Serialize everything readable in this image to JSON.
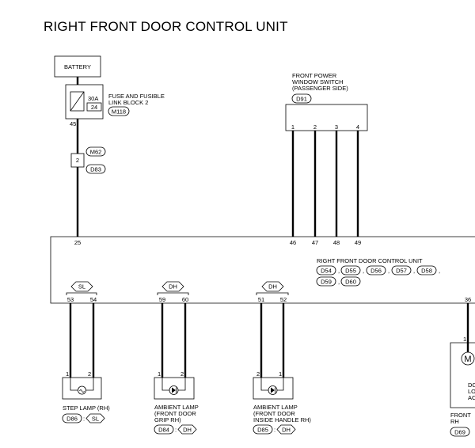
{
  "title": "RIGHT FRONT DOOR CONTROL UNIT",
  "battery": {
    "label": "BATTERY"
  },
  "fuse_block": {
    "line1": "FUSE AND FUSIBLE",
    "line2": "LINK BLOCK 2",
    "rating": "30A",
    "fuse_no": "24",
    "connector": "M118",
    "pin": "45"
  },
  "joint": {
    "pin": "2",
    "connector_top": "M62",
    "connector_bottom": "D83"
  },
  "window_switch": {
    "line1": "FRONT POWER",
    "line2": "WINDOW SWITCH",
    "line3": "(PASSENGER SIDE)",
    "connector": "D91",
    "pins": [
      "1",
      "2",
      "3",
      "4"
    ]
  },
  "control_unit": {
    "label": "RIGHT FRONT DOOR CONTROL UNIT",
    "connectors_row1": [
      "D54",
      "D55",
      "D56",
      "D57",
      "D58"
    ],
    "connectors_row2": [
      "D59",
      "D60"
    ],
    "top_pins": [
      "25",
      "46",
      "47",
      "48",
      "49"
    ],
    "bottom_pins": [
      "53",
      "54",
      "59",
      "60",
      "51",
      "52",
      "36"
    ]
  },
  "shields": [
    "SL",
    "DH",
    "DH"
  ],
  "step_lamp": {
    "label": "STEP LAMP (RH)",
    "connector": "D86",
    "tag": "SL",
    "pins": [
      "1",
      "2"
    ]
  },
  "ambient_grip": {
    "line1": "AMBIENT LAMP",
    "line2": "(FRONT DOOR",
    "line3": "GRIP RH)",
    "connector": "D84",
    "tag": "DH",
    "pins": [
      "1",
      "2"
    ]
  },
  "ambient_handle": {
    "line1": "AMBIENT LAMP",
    "line2": "(FRONT DOOR",
    "line3": "INSIDE HANDLE RH)",
    "connector": "D85",
    "tag": "DH",
    "pins": [
      "2",
      "1"
    ]
  },
  "door_lock": {
    "label_line1": "FRONT",
    "label_line2": "RH",
    "connector": "D69",
    "motor_symbol": "M",
    "inner1": "DO",
    "inner2": "LO",
    "inner3": "AC",
    "pin": "1"
  }
}
